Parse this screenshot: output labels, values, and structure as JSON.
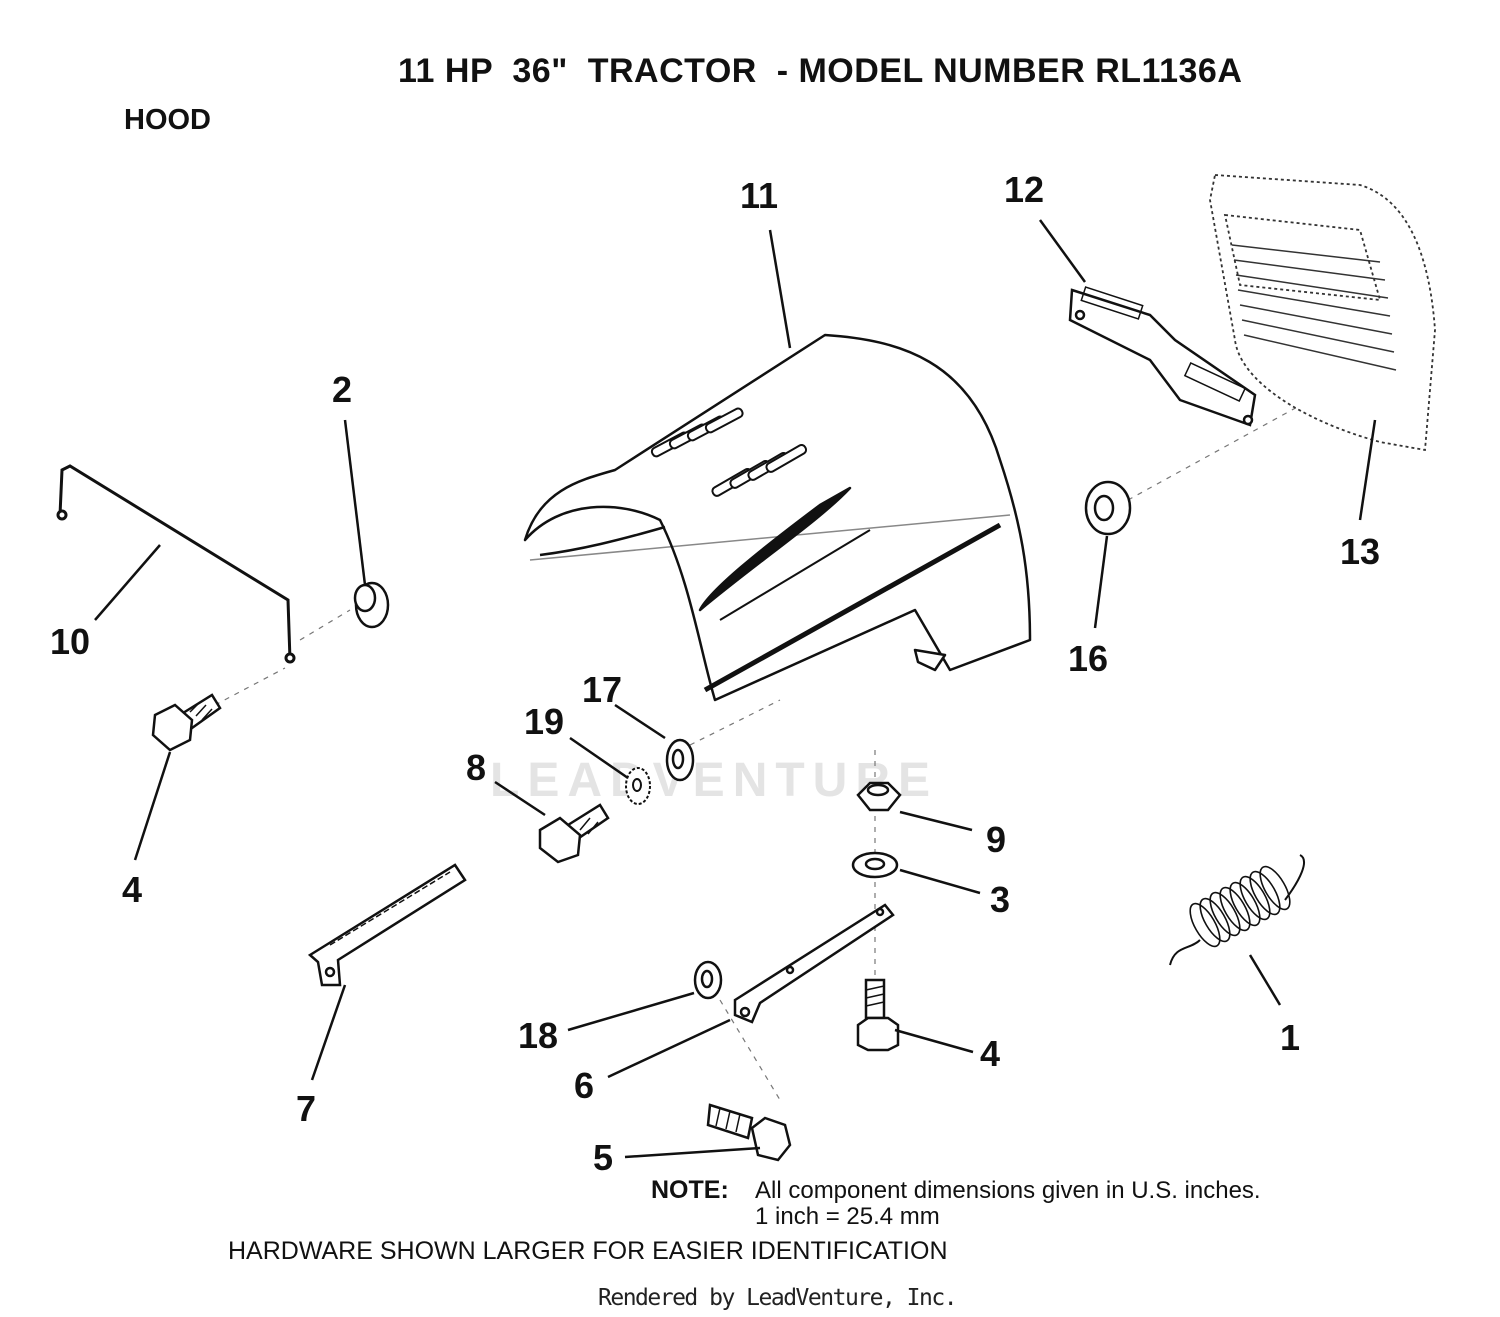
{
  "title": "11 HP  36\"  TRACTOR  - MODEL NUMBER RL1136A",
  "section": "HOOD",
  "callouts": {
    "c1": "1",
    "c2": "2",
    "c3": "3",
    "c4a": "4",
    "c4b": "4",
    "c5": "5",
    "c6": "6",
    "c7": "7",
    "c8": "8",
    "c9": "9",
    "c10": "10",
    "c11": "11",
    "c12": "12",
    "c13": "13",
    "c16": "16",
    "c17": "17",
    "c18": "18",
    "c19": "19"
  },
  "note": {
    "label": "NOTE:",
    "line1": "All component dimensions given in U.S. inches.",
    "line2": "1 inch = 25.4 mm"
  },
  "hardware_note": "HARDWARE SHOWN LARGER FOR EASIER IDENTIFICATION",
  "watermark": "LEADVENTURE",
  "rendered_by": "Rendered by LeadVenture, Inc."
}
